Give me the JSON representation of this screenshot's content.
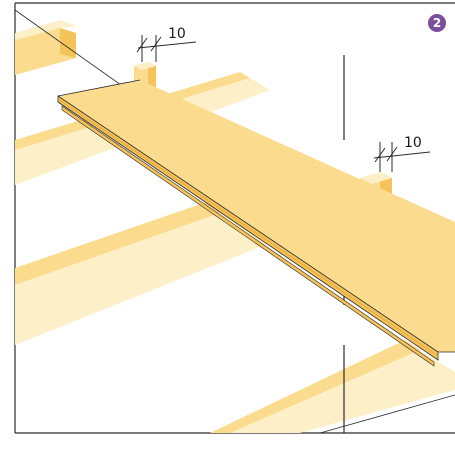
{
  "dimension_left": "10",
  "dimension_right": "10",
  "step_badge": "2",
  "colors": {
    "wood_light": "#fdf0c8",
    "wood_mid": "#fbdc8e",
    "wood_dark": "#f4c35a",
    "wood_edge": "#e8a93a",
    "outline": "#2b2b2b",
    "badge": "#7a4f9c"
  }
}
